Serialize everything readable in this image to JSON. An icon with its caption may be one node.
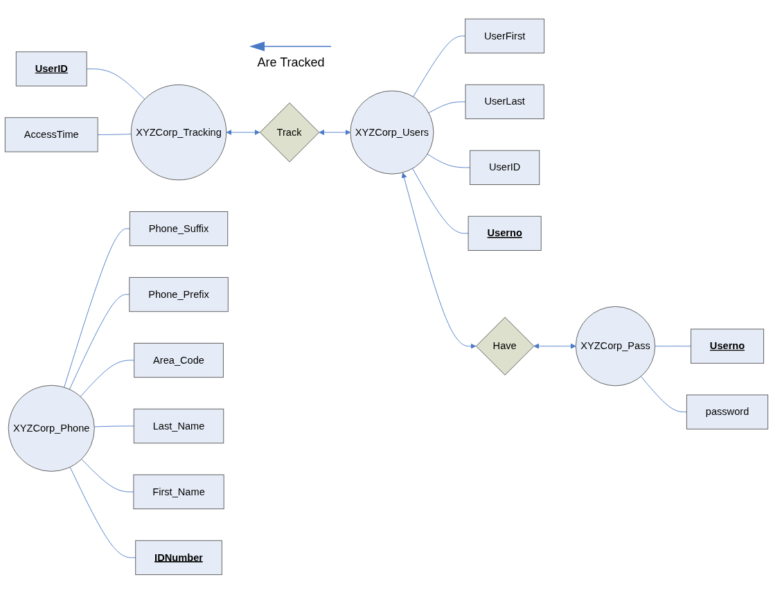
{
  "diagram": {
    "nodes": [
      {
        "text": [
          "UserID"
        ]
      },
      {
        "text": [
          "AccessTime"
        ]
      },
      {
        "text": [
          "XYZCorp_Tracking"
        ]
      },
      {
        "text": [
          "Track"
        ]
      },
      {
        "text": [
          "XYZCorp_Users"
        ]
      },
      {
        "text": [
          "UserFirst"
        ]
      },
      {
        "text": [
          "UserLast"
        ]
      },
      {
        "text": [
          "UserID"
        ]
      },
      {
        "text": [
          "Userno"
        ]
      },
      {
        "text": [
          "Phone_Suffix"
        ]
      },
      {
        "text": [
          "Phone_Prefix"
        ]
      },
      {
        "text": [
          "Area_Code"
        ]
      },
      {
        "text": [
          "Last_Name"
        ]
      },
      {
        "text": [
          "First_Name"
        ]
      },
      {
        "text": [
          "IDNumber"
        ]
      },
      {
        "text": [
          "XYZCorp_Phone"
        ]
      },
      {
        "text": [
          "Have"
        ]
      },
      {
        "text": [
          "XYZCorp_Pass"
        ]
      },
      {
        "text": [
          "Userno"
        ]
      },
      {
        "text": [
          "password"
        ]
      }
    ],
    "edges": [
      {
        "from": 0,
        "to": 2,
        "arrow": "none"
      },
      {
        "from": 1,
        "to": 2,
        "arrow": "none"
      },
      {
        "from": 2,
        "to": 3,
        "arrow": "both"
      },
      {
        "from": 3,
        "to": 4,
        "arrow": "both"
      },
      {
        "from": 4,
        "to": 5,
        "arrow": "none"
      },
      {
        "from": 4,
        "to": 6,
        "arrow": "none"
      },
      {
        "from": 4,
        "to": 7,
        "arrow": "none"
      },
      {
        "from": 4,
        "to": 8,
        "arrow": "none"
      },
      {
        "from": 4,
        "to": 16,
        "arrow": "both"
      },
      {
        "from": 16,
        "to": 17,
        "arrow": "both"
      },
      {
        "from": 17,
        "to": 18,
        "arrow": "none"
      },
      {
        "from": 17,
        "to": 19,
        "arrow": "none"
      },
      {
        "from": 15,
        "to": 9,
        "arrow": "none"
      },
      {
        "from": 15,
        "to": 10,
        "arrow": "none"
      },
      {
        "from": 15,
        "to": 11,
        "arrow": "none"
      },
      {
        "from": 15,
        "to": 12,
        "arrow": "none"
      },
      {
        "from": 15,
        "to": 13,
        "arrow": "none"
      },
      {
        "from": 15,
        "to": 14,
        "arrow": "none"
      }
    ],
    "labels": [
      "Are Tracked"
    ]
  }
}
